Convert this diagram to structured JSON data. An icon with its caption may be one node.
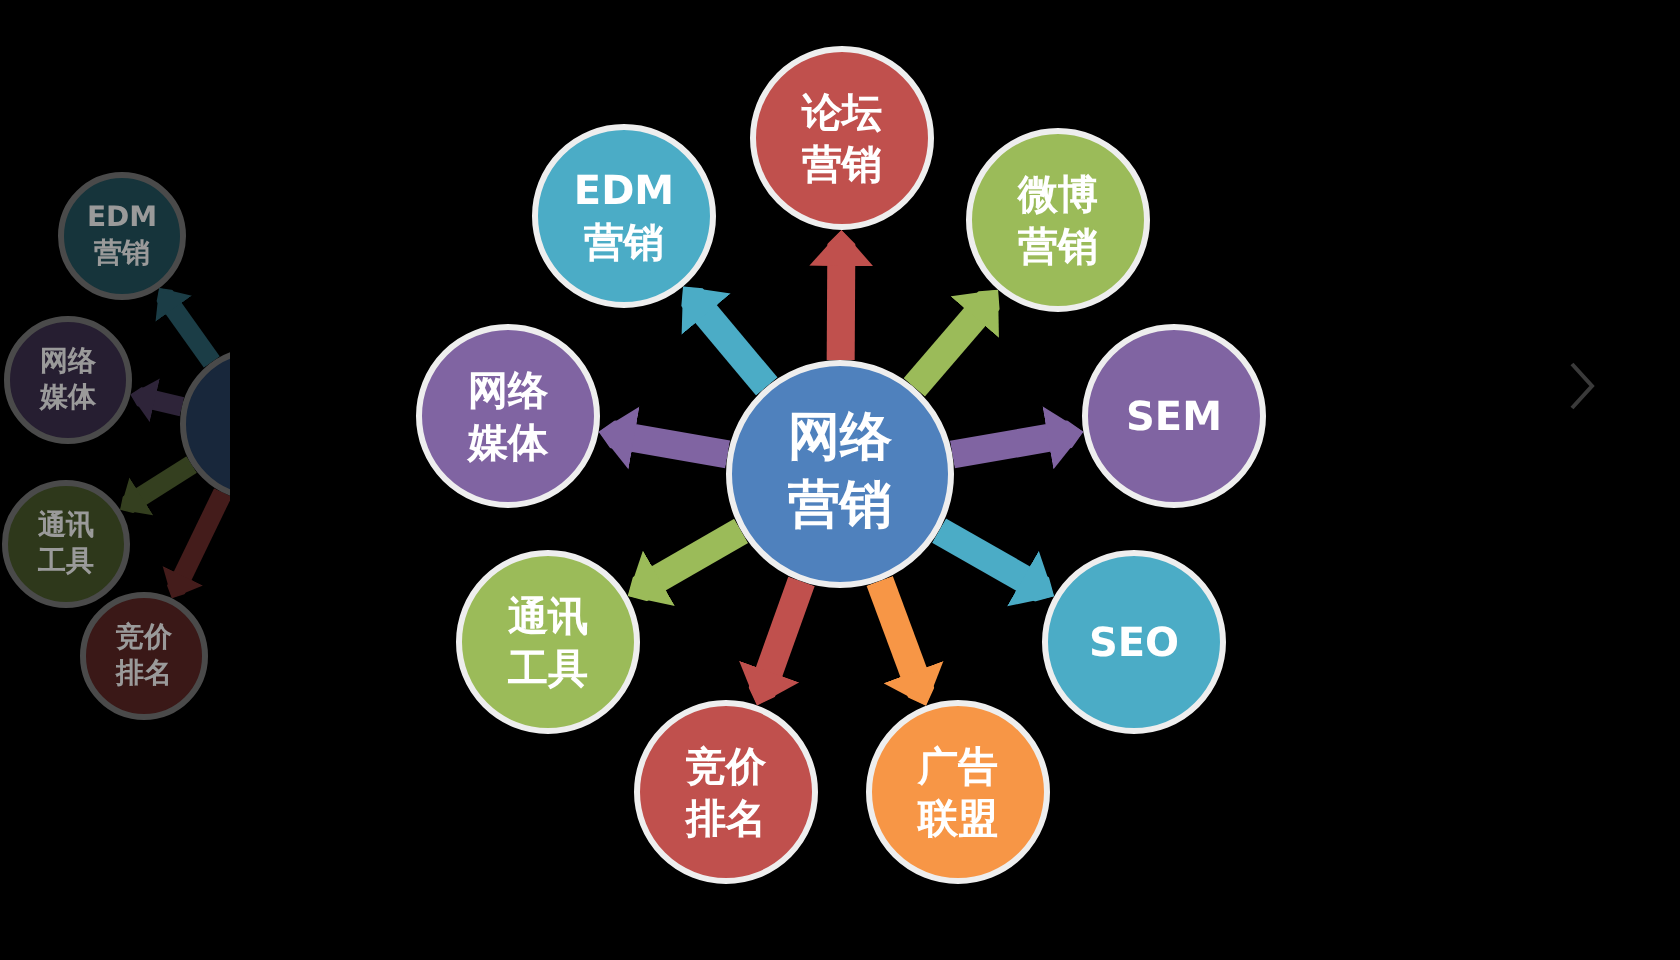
{
  "diagram": {
    "nodes": [
      {
        "text": [
          "网络营销"
        ]
      },
      {
        "text": [
          "论坛营销"
        ]
      },
      {
        "text": [
          "微博营销"
        ]
      },
      {
        "text": [
          "SEM"
        ]
      },
      {
        "text": [
          "SEO"
        ]
      },
      {
        "text": [
          "广告联盟"
        ]
      },
      {
        "text": [
          "竞价排名"
        ]
      },
      {
        "text": [
          "通讯工具"
        ]
      },
      {
        "text": [
          "网络媒体"
        ]
      },
      {
        "text": [
          "EDM营销"
        ]
      },
      {
        "text": [],
        "shape": "circle"
      },
      {
        "text": [
          "EDM营销"
        ]
      },
      {
        "text": [
          "网络媒体"
        ]
      },
      {
        "text": [
          "通讯工具"
        ]
      },
      {
        "text": [
          "竞价排名"
        ]
      }
    ],
    "edges": [
      {
        "from": 0,
        "to": 1,
        "arrow": "to",
        "color": "#c0504d"
      },
      {
        "from": 0,
        "to": 2,
        "arrow": "to",
        "color": "#9bbb59"
      },
      {
        "from": 0,
        "to": 3,
        "arrow": "to",
        "color": "#8064a2"
      },
      {
        "from": 0,
        "to": 4,
        "arrow": "to",
        "color": "#4bacc6"
      },
      {
        "from": 0,
        "to": 5,
        "arrow": "to",
        "color": "#f79646"
      },
      {
        "from": 0,
        "to": 6,
        "arrow": "to",
        "color": "#c0504d"
      },
      {
        "from": 0,
        "to": 7,
        "arrow": "to",
        "color": "#9bbb59"
      },
      {
        "from": 0,
        "to": 8,
        "arrow": "to",
        "color": "#8064a2"
      },
      {
        "from": 0,
        "to": 9,
        "arrow": "to",
        "color": "#4bacc6"
      },
      {
        "from": 10,
        "to": 11,
        "arrow": "to",
        "color": "#1b3d46"
      },
      {
        "from": 10,
        "to": 12,
        "arrow": "to",
        "color": "#2e2439"
      },
      {
        "from": 10,
        "to": 13,
        "arrow": "to",
        "color": "#343f1f"
      },
      {
        "from": 10,
        "to": 14,
        "arrow": "to",
        "color": "#441c1b"
      }
    ]
  }
}
